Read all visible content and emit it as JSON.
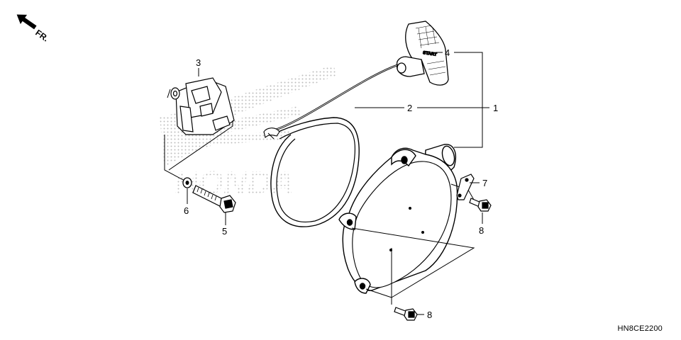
{
  "orientation": {
    "label": "FR."
  },
  "watermark": {
    "brand": "HONDA"
  },
  "handle": {
    "imprint": "START"
  },
  "callouts": {
    "c1": "1",
    "c2": "2",
    "c3": "3",
    "c4": "4",
    "c5": "5",
    "c6": "6",
    "c7": "7",
    "c8a": "8",
    "c8b": "8"
  },
  "diagram_code": "HN8CE2200",
  "colors": {
    "line": "#000000",
    "watermark": "#bdbdbd",
    "background": "#ffffff"
  }
}
